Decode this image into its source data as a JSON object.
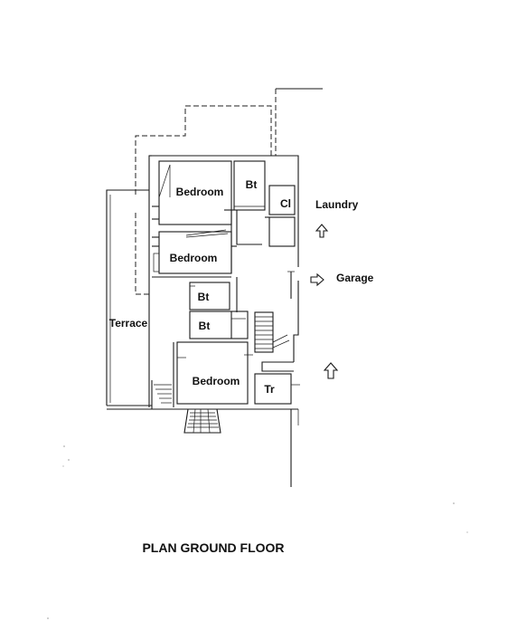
{
  "title": "PLAN GROUND FLOOR",
  "rooms": {
    "bedroom_top": "Bedroom",
    "bedroom_middle": "Bedroom",
    "bedroom_bottom": "Bedroom",
    "bath_top": "Bt",
    "bath_mid_1": "Bt",
    "bath_mid_2": "Bt",
    "closet": "Cl",
    "terrace": "Terrace",
    "tr": "Tr"
  },
  "annotations": {
    "laundry": "Laundry",
    "garage": "Garage"
  }
}
